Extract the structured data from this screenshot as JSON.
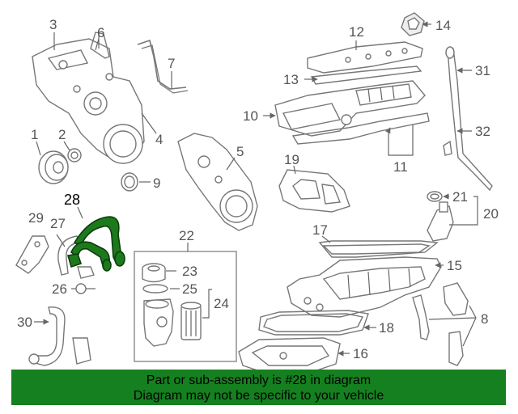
{
  "callouts": {
    "c1": "1",
    "c2": "2",
    "c3": "3",
    "c4": "4",
    "c5": "5",
    "c6": "6",
    "c7": "7",
    "c8": "8",
    "c9": "9",
    "c10": "10",
    "c11": "11",
    "c12": "12",
    "c13": "13",
    "c14": "14",
    "c15": "15",
    "c16": "16",
    "c17": "17",
    "c18": "18",
    "c19": "19",
    "c20": "20",
    "c21": "21",
    "c22": "22",
    "c23": "23",
    "c24": "24",
    "c25": "25",
    "c26": "26",
    "c27": "27",
    "c28": "28",
    "c29": "29",
    "c30": "30",
    "c31": "31",
    "c32": "32"
  },
  "highlighted_part": "28",
  "colors": {
    "highlight": "#1c7a1c",
    "banner": "#15801f"
  },
  "banner": {
    "line1": "Part or sub-assembly is #28 in diagram",
    "line2": "Diagram may not be specific to your vehicle"
  }
}
